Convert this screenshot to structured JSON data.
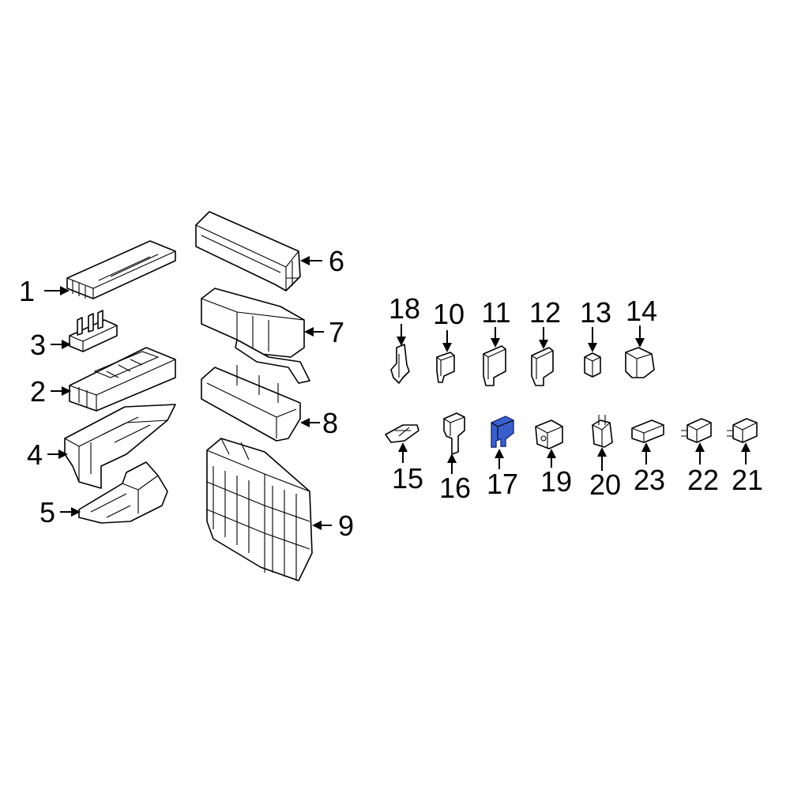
{
  "diagram": {
    "highlight_color": "#3a5fcd",
    "callouts": [
      {
        "id": "c1",
        "label": "1"
      },
      {
        "id": "c2",
        "label": "2"
      },
      {
        "id": "c3",
        "label": "3"
      },
      {
        "id": "c4",
        "label": "4"
      },
      {
        "id": "c5",
        "label": "5"
      },
      {
        "id": "c6",
        "label": "6"
      },
      {
        "id": "c7",
        "label": "7"
      },
      {
        "id": "c8",
        "label": "8"
      },
      {
        "id": "c9",
        "label": "9"
      },
      {
        "id": "c10",
        "label": "10"
      },
      {
        "id": "c11",
        "label": "11"
      },
      {
        "id": "c12",
        "label": "12"
      },
      {
        "id": "c13",
        "label": "13"
      },
      {
        "id": "c14",
        "label": "14"
      },
      {
        "id": "c15",
        "label": "15"
      },
      {
        "id": "c16",
        "label": "16"
      },
      {
        "id": "c17",
        "label": "17"
      },
      {
        "id": "c18",
        "label": "18"
      },
      {
        "id": "c19",
        "label": "19"
      },
      {
        "id": "c20",
        "label": "20"
      },
      {
        "id": "c21",
        "label": "21"
      },
      {
        "id": "c22",
        "label": "22"
      },
      {
        "id": "c23",
        "label": "23"
      }
    ],
    "highlighted_part": "17"
  }
}
